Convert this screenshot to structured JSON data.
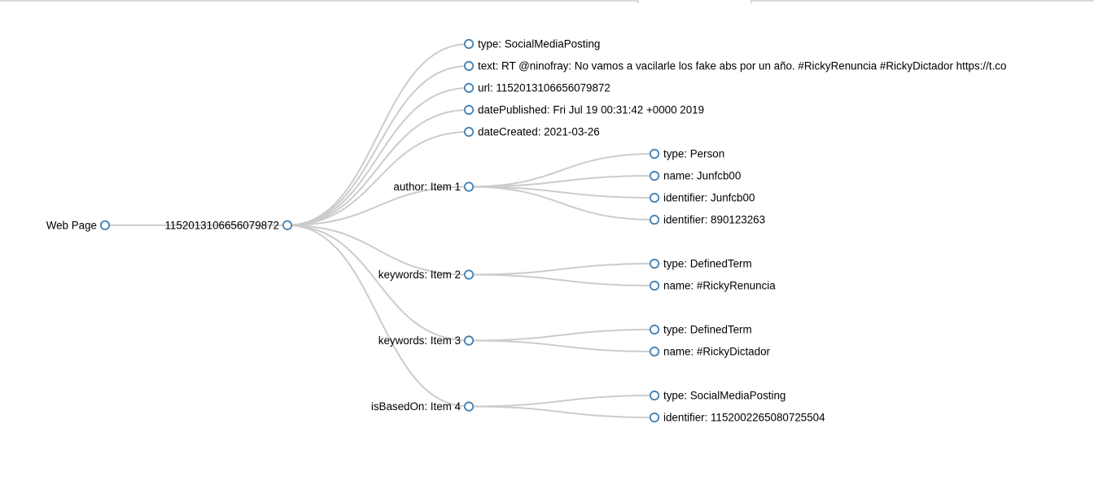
{
  "chrome": {
    "border_color": "#d8d8d8"
  },
  "diagram": {
    "colors": {
      "node_stroke": "#4682b4",
      "node_fill": "#ffffff",
      "link": "#cccccc",
      "label": "#000000"
    },
    "root": {
      "label": "Web Page",
      "children": [
        {
          "label": "1152013106656079872",
          "children": [
            {
              "label": "type: SocialMediaPosting"
            },
            {
              "label": "text: RT @ninofray: No vamos a vacilarle los fake abs por un año. #RickyRenuncia #RickyDictador https://t.co"
            },
            {
              "label": "url: 1152013106656079872"
            },
            {
              "label": "datePublished: Fri Jul 19 00:31:42 +0000 2019"
            },
            {
              "label": "dateCreated: 2021-03-26"
            },
            {
              "label": "author: Item 1",
              "children": [
                {
                  "label": "type: Person"
                },
                {
                  "label": "name: Junfcb00"
                },
                {
                  "label": "identifier: Junfcb00"
                },
                {
                  "label": "identifier: 890123263"
                }
              ]
            },
            {
              "label": "keywords: Item 2",
              "children": [
                {
                  "label": "type: DefinedTerm"
                },
                {
                  "label": "name: #RickyRenuncia"
                }
              ]
            },
            {
              "label": "keywords: Item 3",
              "children": [
                {
                  "label": "type: DefinedTerm"
                },
                {
                  "label": "name: #RickyDictador"
                }
              ]
            },
            {
              "label": "isBasedOn: Item 4",
              "children": [
                {
                  "label": "type: SocialMediaPosting"
                },
                {
                  "label": "identifier: 1152002265080725504"
                }
              ]
            }
          ]
        }
      ]
    }
  }
}
